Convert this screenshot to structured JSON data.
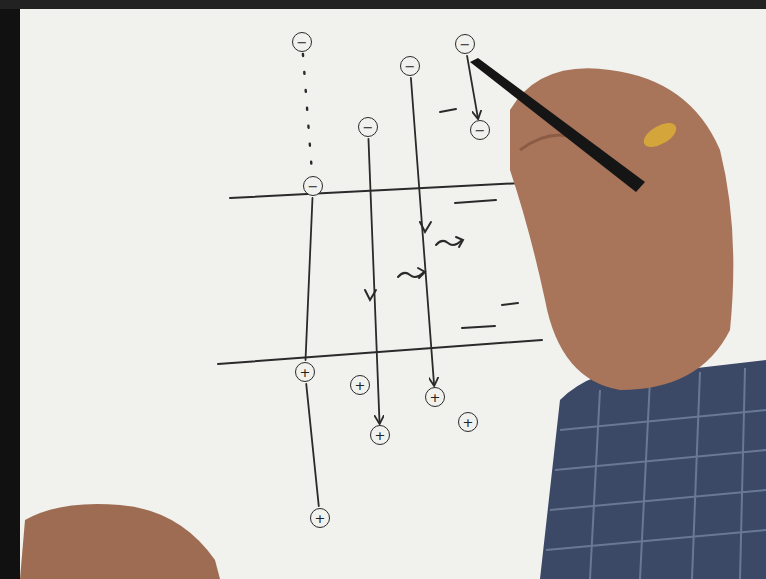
{
  "diagram": {
    "nodes": [
      {
        "text": [
          "−"
        ]
      },
      {
        "text": [
          "−"
        ]
      },
      {
        "text": [
          "−"
        ]
      },
      {
        "text": [
          "−"
        ]
      },
      {
        "text": [
          "−"
        ]
      },
      {
        "text": [
          "−"
        ]
      },
      {
        "text": [
          "+"
        ]
      },
      {
        "text": [
          "+"
        ]
      },
      {
        "text": [
          "+"
        ]
      },
      {
        "text": [
          "+"
        ]
      },
      {
        "text": [
          "+"
        ]
      },
      {
        "text": [
          "+"
        ]
      }
    ],
    "edges": [
      {
        "from": 0,
        "to": 5,
        "arrow": "none"
      },
      {
        "from": 1,
        "to": 4,
        "arrow": "to"
      },
      {
        "from": 2,
        "to": 8,
        "arrow": "to"
      },
      {
        "from": 3,
        "to": 10,
        "arrow": "to"
      },
      {
        "from": 5,
        "to": 6,
        "arrow": "none"
      },
      {
        "from": 6,
        "to": 11,
        "arrow": "none"
      }
    ]
  }
}
